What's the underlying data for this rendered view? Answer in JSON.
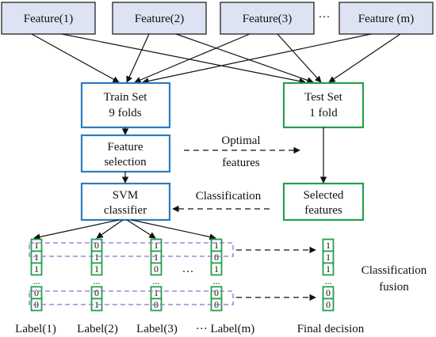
{
  "features": [
    "Feature(1)",
    "Feature(2)",
    "Feature(3)",
    "Feature (m)"
  ],
  "features_ellipsis": "···",
  "train_set": {
    "line1": "Train Set",
    "line2": "9 folds"
  },
  "test_set": {
    "line1": "Test Set",
    "line2": "1 fold"
  },
  "feature_selection": {
    "line1": "Feature",
    "line2": "selection"
  },
  "optimal_features": {
    "line1": "Optimal",
    "line2": "features"
  },
  "svm": {
    "line1": "SVM",
    "line2": "classifier"
  },
  "classification_label": "Classification",
  "selected_features": {
    "line1": "Selected",
    "line2": "features"
  },
  "classification_fusion": {
    "line1": "Classification",
    "line2": "fusion"
  },
  "vectors": [
    {
      "label": "Label(1)",
      "top": [
        "1",
        "1",
        "1"
      ],
      "bottom": [
        "0",
        "0"
      ]
    },
    {
      "label": "Label(2)",
      "top": [
        "0",
        "1",
        "1"
      ],
      "bottom": [
        "0",
        "1"
      ]
    },
    {
      "label": "Label(3)",
      "top": [
        "1",
        "1",
        "0"
      ],
      "bottom": [
        "1",
        "0"
      ]
    },
    {
      "label": "··· Label(m)",
      "top": [
        "1",
        "0",
        "1"
      ],
      "bottom": [
        "0",
        "0"
      ]
    }
  ],
  "final_decision": {
    "label": "Final decision",
    "top": [
      "1",
      "1",
      "1"
    ],
    "bottom": [
      "0",
      "0"
    ]
  },
  "vector_ellipsis": "...",
  "middle_ellipsis": "···",
  "colors": {
    "blue": "#2b7cc0",
    "green": "#22a04a",
    "purple": "#9b6ac8",
    "feature_fill": "#dde3f2"
  }
}
